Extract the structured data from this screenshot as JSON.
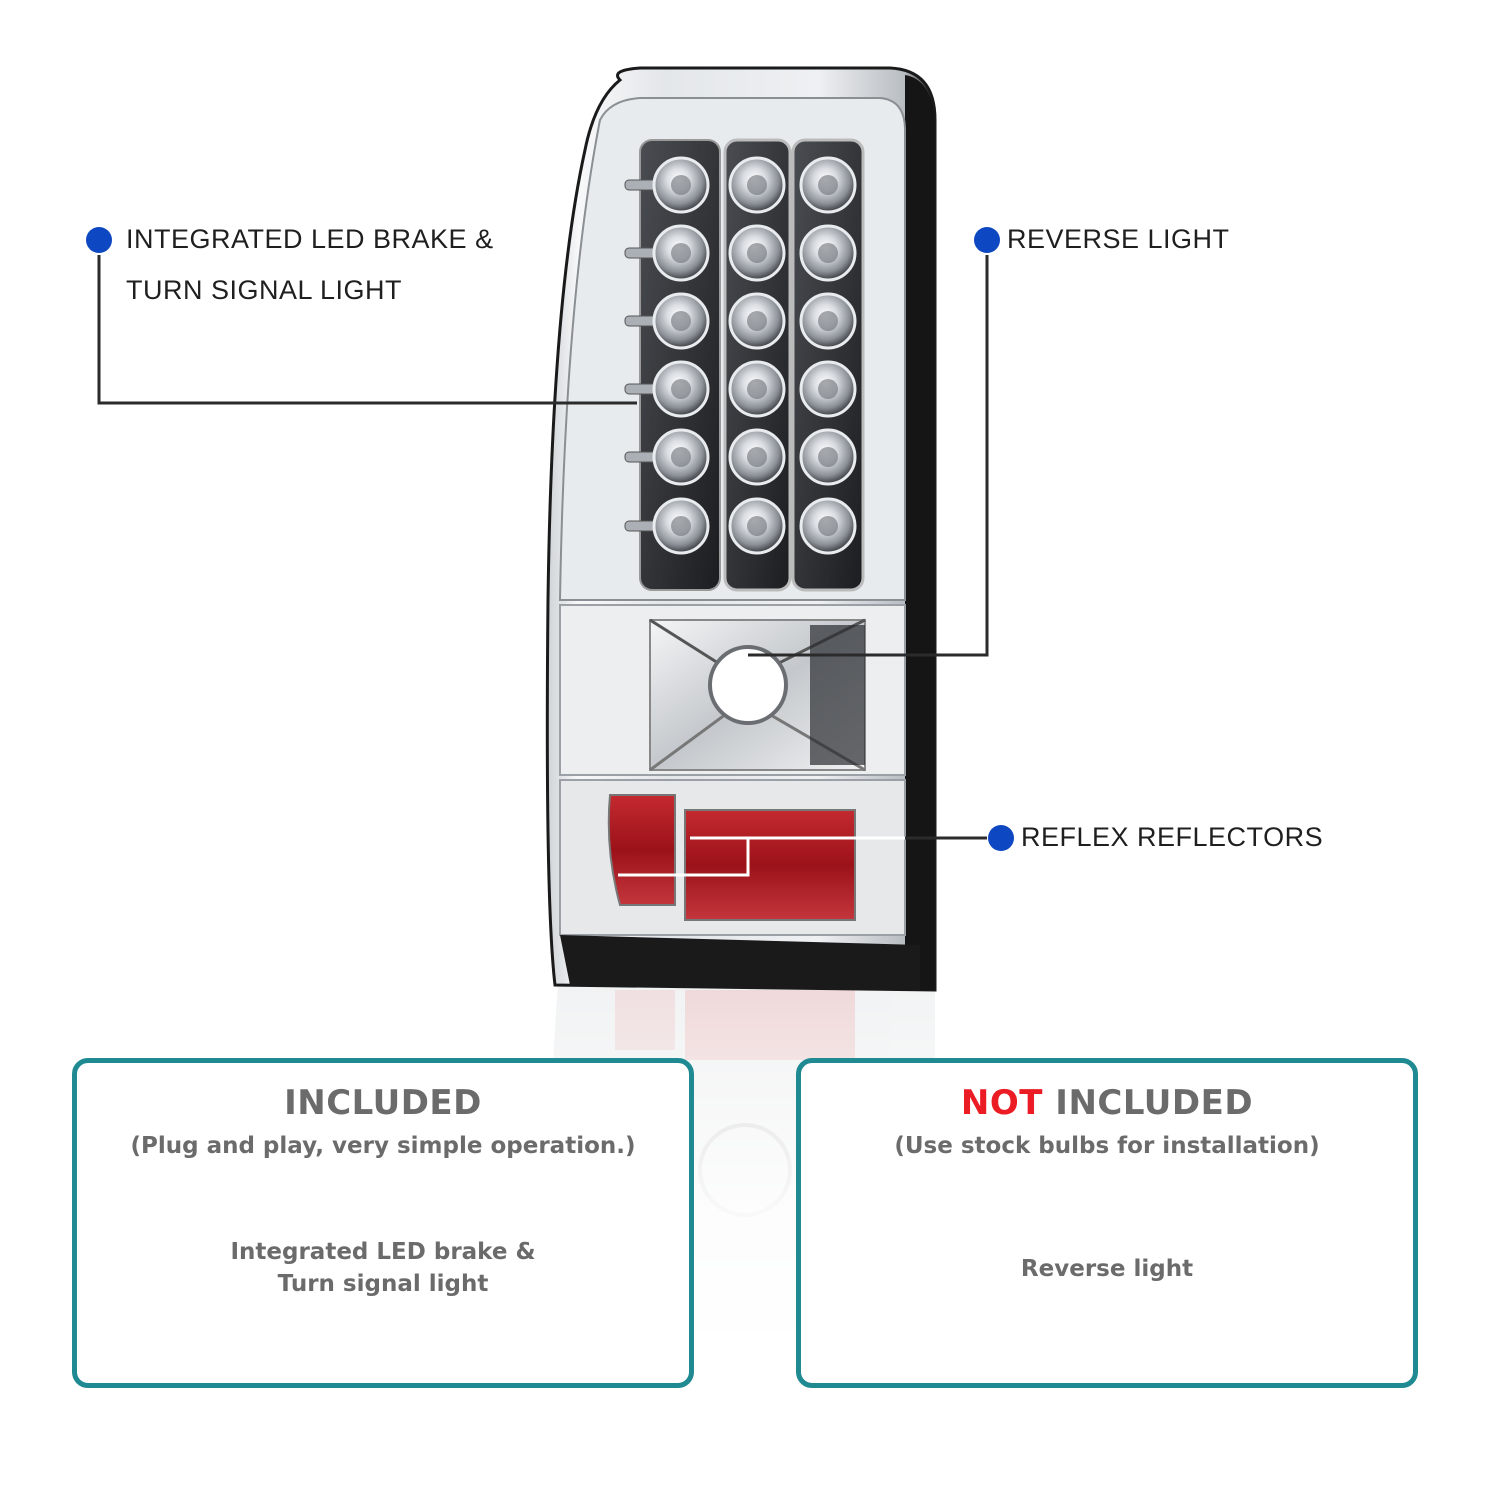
{
  "colors": {
    "dot_blue": "#0d47c2",
    "box_border": "#1f8a92",
    "not_red": "#ec1c24",
    "reflector_red": "#a8141c"
  },
  "callouts": {
    "brake_turn": {
      "line1": "INTEGRATED LED BRAKE &",
      "line2": "TURN SIGNAL LIGHT"
    },
    "reverse": {
      "label": "REVERSE  LIGHT"
    },
    "reflex": {
      "label": "REFLEX REFLECTORS"
    }
  },
  "included": {
    "title": "INCLUDED",
    "subtitle": "(Plug and play, very simple operation.)",
    "item_line1": "Integrated LED brake &",
    "item_line2": "Turn signal light"
  },
  "not_included": {
    "title_red": "NOT",
    "title_rest": " INCLUDED",
    "subtitle": "(Use stock bulbs for installation)",
    "item": "Reverse light"
  }
}
